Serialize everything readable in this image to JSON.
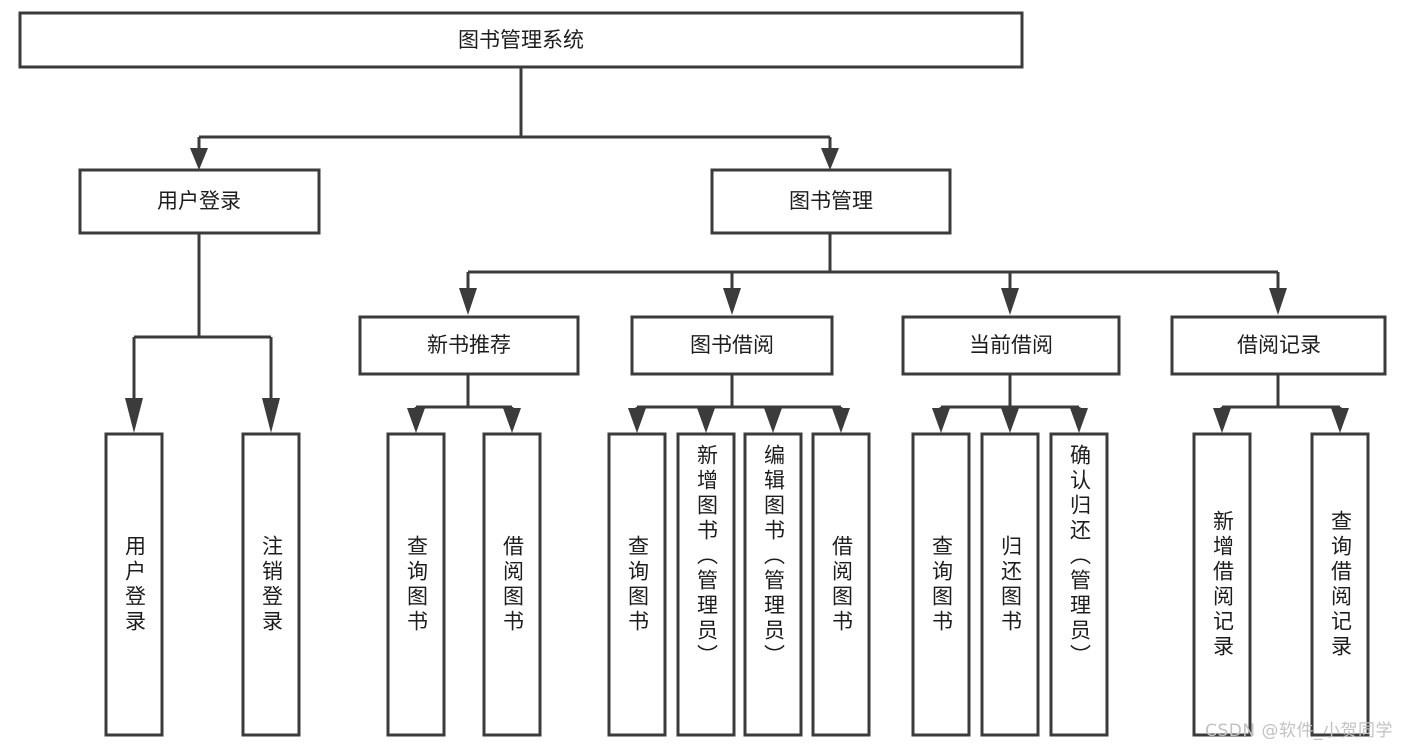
{
  "diagram": {
    "type": "tree",
    "title": "图书管理系统",
    "orientation": "top-down",
    "colors": {
      "box_stroke": "#3b3b3b",
      "box_fill": "#ffffff",
      "text": "#1d1d1d",
      "connector": "#3b3b3b",
      "background": "#ffffff",
      "watermark": "#c2c2c2"
    },
    "root": {
      "label": "图书管理系统"
    },
    "level2": [
      {
        "label": "用户登录"
      },
      {
        "label": "图书管理"
      }
    ],
    "level3": [
      {
        "label": "新书推荐"
      },
      {
        "label": "图书借阅"
      },
      {
        "label": "当前借阅"
      },
      {
        "label": "借阅记录"
      }
    ],
    "leaves": {
      "user_login": [
        {
          "label": "用户登录"
        },
        {
          "label": "注销登录"
        }
      ],
      "new_book_recommend": [
        {
          "label": "查询图书"
        },
        {
          "label": "借阅图书"
        }
      ],
      "book_borrow": [
        {
          "label": "查询图书"
        },
        {
          "label": "新增图书（管理员）"
        },
        {
          "label": "编辑图书（管理员）"
        },
        {
          "label": "借阅图书"
        }
      ],
      "current_borrow": [
        {
          "label": "查询图书"
        },
        {
          "label": "归还图书"
        },
        {
          "label": "确认归还（管理员）"
        }
      ],
      "borrow_record": [
        {
          "label": "新增借阅记录"
        },
        {
          "label": "查询借阅记录"
        }
      ]
    }
  },
  "watermark": {
    "text": "CSDN @软件_小贺同学"
  }
}
